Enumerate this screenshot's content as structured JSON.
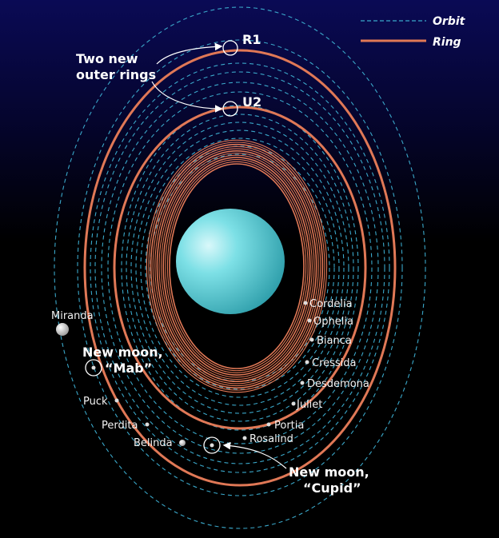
{
  "legend": {
    "orbit": "Orbit",
    "ring": "Ring"
  },
  "colors": {
    "orbit": "#3aa7c9",
    "ring": "#e07856",
    "planet": "#5fd2da",
    "background_top": "#0a0a55"
  },
  "ring_labels": {
    "r1": "R1",
    "u2": "U2"
  },
  "callouts": {
    "outer_rings": [
      "Two new",
      "outer rings"
    ],
    "mab": [
      "New moon,",
      "“Mab”"
    ],
    "cupid": [
      "New moon,",
      "“Cupid”"
    ]
  },
  "moons": [
    "Cordelia",
    "Ophelia",
    "Bianca",
    "Cressida",
    "Desdemona",
    "Juliet",
    "Portia",
    "Rosalind",
    "Belinda",
    "Perdita",
    "Puck",
    "Miranda"
  ]
}
